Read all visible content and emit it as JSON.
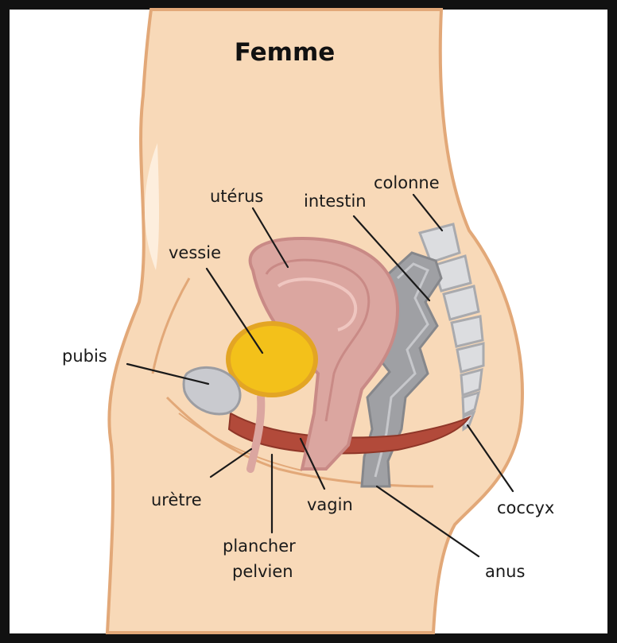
{
  "title": "Femme",
  "labels": {
    "colonne": "colonne",
    "uterus": "utérus",
    "intestin": "intestin",
    "vessie": "vessie",
    "pubis": "pubis",
    "uretre": "urètre",
    "vagin": "vagin",
    "coccyx": "coccyx",
    "plancher_1": "plancher",
    "plancher_2": "pelvien",
    "anus": "anus"
  },
  "colors": {
    "frame": "#111111",
    "skin": "#f8d9b8",
    "skin_outline": "#e2a878",
    "uterus": "#dba6a0",
    "uterus_outline": "#c98a86",
    "bladder": "#f3c11a",
    "bladder_outline": "#e3a524",
    "pubis_bone": "#c9cacf",
    "intestine": "#9fa0a4",
    "spine": "#dcdde0",
    "pelvic_floor": "#b24a3a"
  }
}
